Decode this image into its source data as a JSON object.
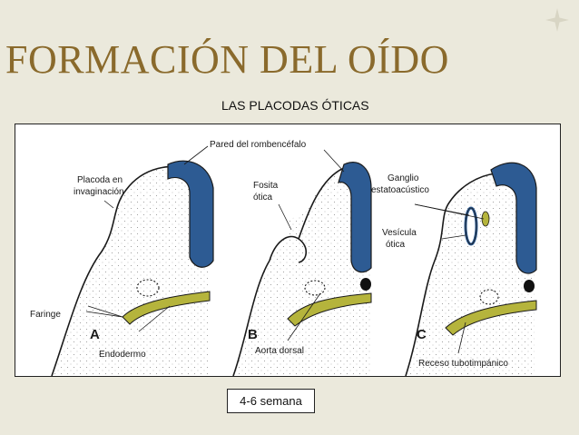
{
  "slide": {
    "title": "FORMACIÓN DEL OÍDO",
    "subtitle": "LAS PLACODAS ÓTICAS",
    "caption": "4-6 semana",
    "accent_color": "#8a6a2c",
    "decoration_icon": "four-point-star-icon"
  },
  "figure": {
    "panel_letters": [
      "A",
      "B",
      "C"
    ],
    "labels": {
      "pared": "Pared del rombencéfalo",
      "placoda_1": "Placoda en",
      "placoda_2": "invaginación",
      "faringe": "Faringe",
      "endodermo": "Endodermo",
      "fosita_1": "Fosita",
      "fosita_2": "ótica",
      "aorta": "Aorta dorsal",
      "ganglio_1": "Ganglio",
      "ganglio_2": "estatoacústico",
      "vesicula_1": "Vesícula",
      "vesicula_2": "ótica",
      "receso": "Receso tubotimpánico"
    },
    "colors": {
      "neural_wall": "#2d5b93",
      "endoderm": "#b5b43c",
      "outline": "#1a1a1a"
    }
  }
}
